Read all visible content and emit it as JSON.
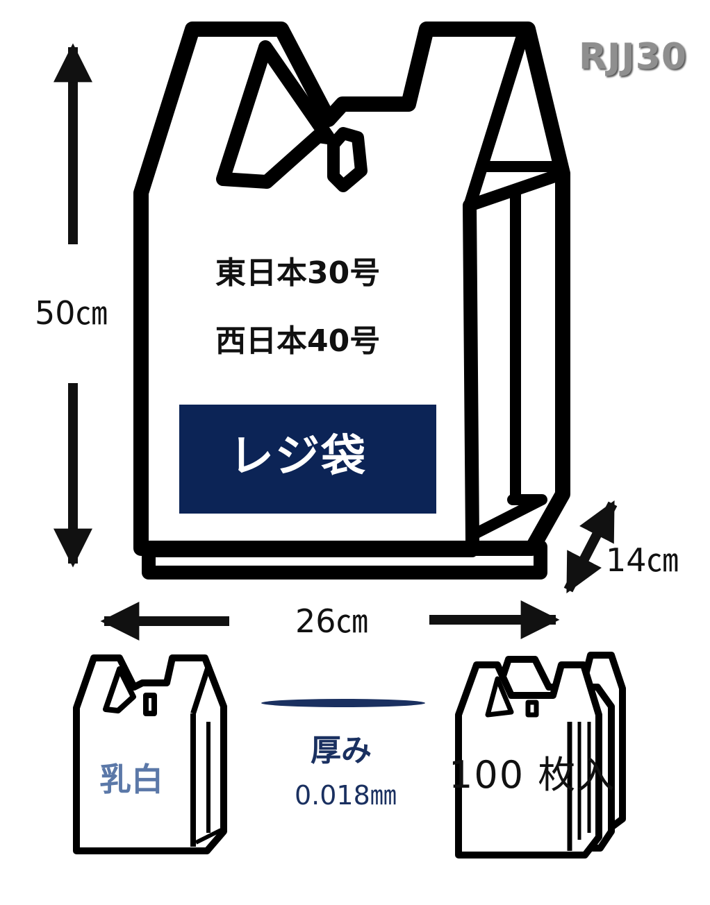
{
  "model_code": "RJJ30",
  "bag": {
    "size_east": "東日本30号",
    "size_west": "西日本40号",
    "label": "レジ袋",
    "label_color": "#0c2456"
  },
  "dimensions": {
    "height": "50㎝",
    "width": "26㎝",
    "depth": "14㎝"
  },
  "specs": {
    "color": "乳白",
    "thickness_label": "厚み",
    "thickness_value": "0.018㎜",
    "quantity": "100 枚入"
  },
  "icons": [
    "shopping-bag-icon",
    "double-arrow-icon",
    "film-thickness-icon",
    "bag-stack-icon"
  ]
}
